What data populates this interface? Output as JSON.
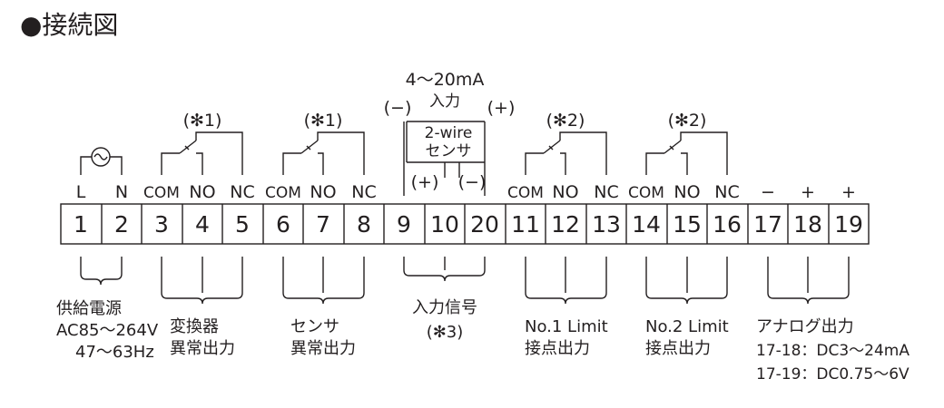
{
  "title": "●接続図",
  "terminals": [
    "1",
    "2",
    "3",
    "4",
    "5",
    "6",
    "7",
    "8",
    "9",
    "10",
    "20",
    "11",
    "12",
    "13",
    "14",
    "15",
    "16",
    "17",
    "18",
    "19"
  ],
  "terminal_labels": [
    "L",
    "N",
    "COM",
    "NO",
    "NC",
    "COM",
    "NO",
    "NC",
    "COM",
    "NO",
    "NC",
    "COM",
    "NO",
    "NC",
    "−",
    "+",
    "+"
  ],
  "relay_notes": [
    "(✻1)",
    "(✻1)",
    "(✻2)",
    "(✻2)"
  ],
  "input": {
    "signal": "4～20mA",
    "label": "入力",
    "minus": "(−)",
    "plus": "(+)",
    "sensor_line1": "2-wire",
    "sensor_line2": "センサ",
    "inner_plus": "(+)",
    "inner_minus": "(−)"
  },
  "groups": {
    "power": [
      "供給電源",
      "AC85～264V",
      "47～63Hz"
    ],
    "converter": [
      "変換器",
      "異常出力"
    ],
    "sensor": [
      "センサ",
      "異常出力"
    ],
    "input_signal": [
      "入力信号",
      "(✻3)"
    ],
    "limit1": [
      "No.1 Limit",
      "接点出力"
    ],
    "limit2": [
      "No.2 Limit",
      "接点出力"
    ],
    "analog": [
      "アナログ出力",
      "17-18：DC3～24mA",
      "17-19：DC0.75～6V"
    ]
  }
}
